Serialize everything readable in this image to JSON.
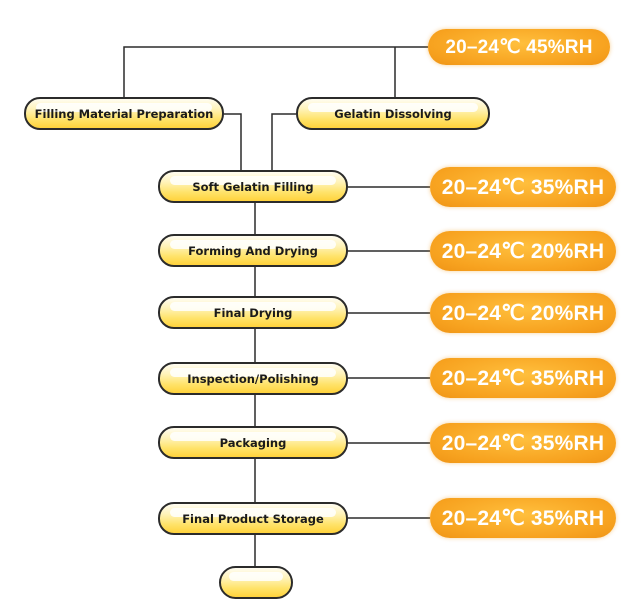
{
  "steps": {
    "filling_material_preparation": "Filling Material Preparation",
    "gelatin_dissolving": "Gelatin Dissolving",
    "soft_gelatin_filling": "Soft Gelatin Filling",
    "forming_and_drying": "Forming And Drying",
    "final_drying": "Final Drying",
    "inspection_polishing": "Inspection/Polishing",
    "packaging": "Packaging",
    "final_product_storage": "Final Product Storage",
    "end": ""
  },
  "conditions": [
    "20–24℃ 45%RH",
    "20–24℃ 35%RH",
    "20–24℃ 20%RH",
    "20–24℃ 20%RH",
    "20–24℃ 35%RH",
    "20–24℃ 35%RH",
    "20–24℃ 35%RH"
  ],
  "colors": {
    "pill_fill": "#ffd23c",
    "pill_border": "#2b2b2b",
    "condition_fill": "#f7a21f",
    "condition_text": "#ffffff",
    "connector": "#2b2b2b"
  }
}
